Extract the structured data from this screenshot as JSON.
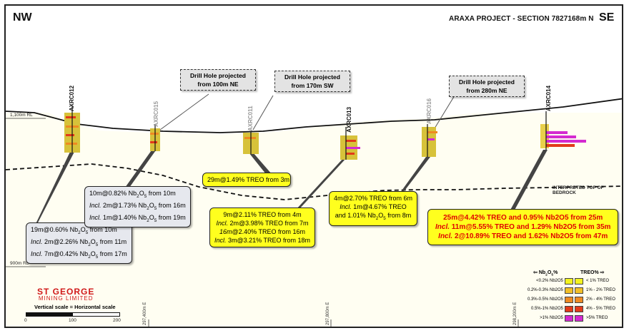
{
  "header": {
    "nw": "NW",
    "se": "SE",
    "title": "ARAXA PROJECT - SECTION 7827168m N"
  },
  "rl": {
    "top": "1,100m RL",
    "bottom": "900m RL"
  },
  "bedrock_label": "INTERPRETED TOP OF BEDROCK",
  "holes": [
    {
      "id": "AXRC012",
      "projected": false
    },
    {
      "id": "AXRC015",
      "projected": true
    },
    {
      "id": "AXRC011",
      "projected": true
    },
    {
      "id": "AXRC013",
      "projected": false
    },
    {
      "id": "AXRC016",
      "projected": true
    },
    {
      "id": "AXRC014",
      "projected": false
    }
  ],
  "projections": [
    {
      "line1": "Drill Hole projected",
      "line2": "from 100m NE"
    },
    {
      "line1": "Drill Hole projected",
      "line2": "from 170m SW"
    },
    {
      "line1": "Drill Hole projected",
      "line2": "from 280m NE"
    }
  ],
  "intercepts": {
    "axrc012": {
      "l1": "19m@0.60% Nb",
      "l1b": " from 10m",
      "l2i": "Incl.",
      "l2": " 2m@2.26% Nb",
      "l2b": " from 11m",
      "l3i": "Incl.",
      "l3": " 7m@0.42% Nb",
      "l3b": " from 17m"
    },
    "axrc015": {
      "l1": "10m@0.82% Nb",
      "l1b": " from 10m",
      "l2i": "Incl.",
      "l2": " 2m@1.73% Nb",
      "l2b": " from 16m",
      "l3i": "Incl.",
      "l3": " 1m@1.40% Nb",
      "l3b": " from 19m"
    },
    "axrc011": {
      "l1": "29m@1.49% TREO from 3m"
    },
    "axrc013": {
      "l1": "9m@2.11% TREO from 4m",
      "l2i": "Incl.",
      "l2": " 2m@3.98% TREO from 7m",
      "l3i": "16m",
      "l3": "@2.40% TREO from 16m",
      "l4i": "Incl.",
      "l4": " 3m@3.21% TREO from 18m"
    },
    "axrc016": {
      "l1": "4m@2.70% TREO from 6m",
      "l2i": "Incl.",
      "l2": " 1m@4.67% TREO",
      "l3": "and 1.01% Nb",
      "l3b": " from 8m"
    },
    "axrc014": {
      "l1": "25m@4.42% TREO and 0.95% Nb2O5 from 25m",
      "l2i": "Incl.",
      "l2": " 11m@5.55% TREO and 1.29% Nb2O5 from 35m",
      "l3i": "Incl.",
      "l3": " 2@10.89% TREO and 1.62% Nb2O5 from 47m"
    }
  },
  "sub2": "2",
  "sub5": "5",
  "o": "O",
  "eastings": [
    "297,400m E",
    "297,800m E",
    "298,200m E"
  ],
  "logo": {
    "line1": "ST GEORGE",
    "line2": "MINING LIMITED"
  },
  "scale": {
    "caption": "Vertical scale = Horizontal scale",
    "t0": "0",
    "t1": "100",
    "t2": "200"
  },
  "legend": {
    "head_left": "Nb",
    "head_left_tail": "O",
    "head_right": "TREO%",
    "left": [
      "<0.2% Nb2O5",
      "0.2%-0.3% Nb2O5",
      "0.3%-0.5% Nb2O5",
      "0.5%-1% Nb2O5",
      ">1% Nb2O5"
    ],
    "right": [
      "< 1% TREO",
      "1% - 2% TREO",
      "2% - 4% TREO",
      "4% - 5% TREO",
      ">5% TREO"
    ],
    "colors": [
      "#f3f320",
      "#f2c028",
      "#ee8a22",
      "#e23a1a",
      "#d42ad0"
    ]
  }
}
